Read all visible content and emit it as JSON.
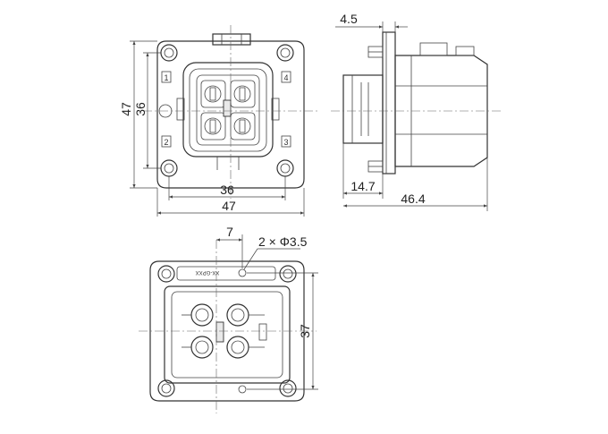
{
  "front_view": {
    "dims": {
      "outer_width": "47",
      "bolt_width": "36",
      "outer_height": "47",
      "bolt_height": "36"
    },
    "pin_numbers": [
      "1",
      "2",
      "3",
      "4"
    ]
  },
  "side_view": {
    "dims": {
      "flange": "4.5",
      "depth_flange": "14.7",
      "depth_total": "46.4"
    }
  },
  "rear_view": {
    "dims": {
      "hole_offset": "7",
      "hole_note": "2 × Φ3.5",
      "height": "37"
    },
    "marking": "XX-GPXX"
  }
}
